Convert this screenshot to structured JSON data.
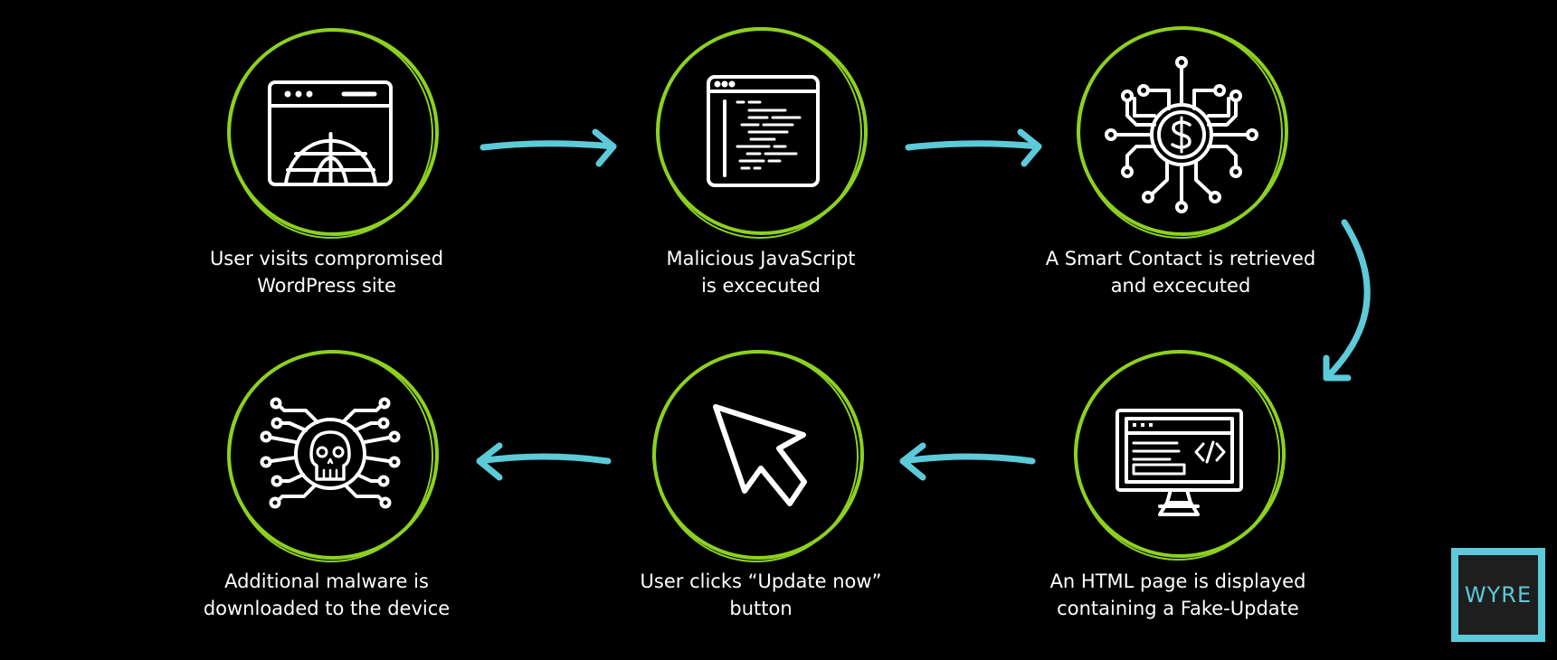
{
  "colors": {
    "background": "#000000",
    "ring": "#8dd11f",
    "arrow": "#5ccad9",
    "icon": "#ffffff",
    "text": "#ffffff"
  },
  "steps": [
    {
      "line1": "User visits compromised",
      "line2": "WordPress site",
      "icon": "browser-globe-icon"
    },
    {
      "line1": "Malicious JavaScript",
      "line2": "is excecuted",
      "icon": "code-window-icon"
    },
    {
      "line1": "A Smart Contact is retrieved",
      "line2": "and excecuted",
      "icon": "crypto-network-icon"
    },
    {
      "line1": "An HTML page is displayed",
      "line2": "containing a Fake-Update",
      "icon": "monitor-code-icon"
    },
    {
      "line1": "User clicks “Update now”",
      "line2": "button",
      "icon": "cursor-icon"
    },
    {
      "line1": "Additional malware is",
      "line2": "downloaded to the device",
      "icon": "skull-network-icon"
    }
  ],
  "logo": {
    "text": "WYRE"
  }
}
